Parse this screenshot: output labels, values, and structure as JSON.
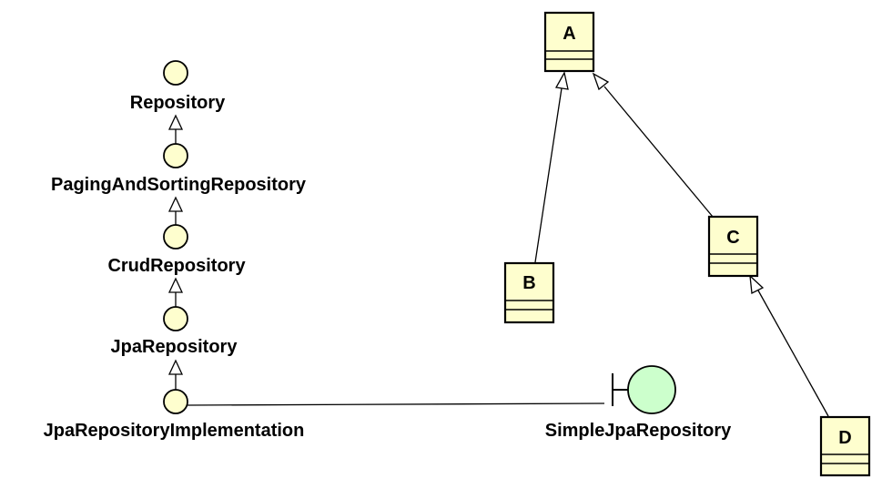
{
  "interfaces": [
    {
      "id": "repository",
      "label": "Repository"
    },
    {
      "id": "paging",
      "label": "PagingAndSortingRepository"
    },
    {
      "id": "crud",
      "label": "CrudRepository"
    },
    {
      "id": "jpa",
      "label": "JpaRepository"
    },
    {
      "id": "jpaimpl",
      "label": "JpaRepositoryImplementation"
    }
  ],
  "boundary": {
    "id": "simplejpa",
    "label": "SimpleJpaRepository"
  },
  "classes": [
    {
      "id": "a",
      "label": "A"
    },
    {
      "id": "b",
      "label": "B"
    },
    {
      "id": "c",
      "label": "C"
    },
    {
      "id": "d",
      "label": "D"
    }
  ],
  "colors": {
    "interface_fill": "#fefece",
    "class_fill": "#fefece",
    "boundary_fill": "#ccffcc"
  }
}
